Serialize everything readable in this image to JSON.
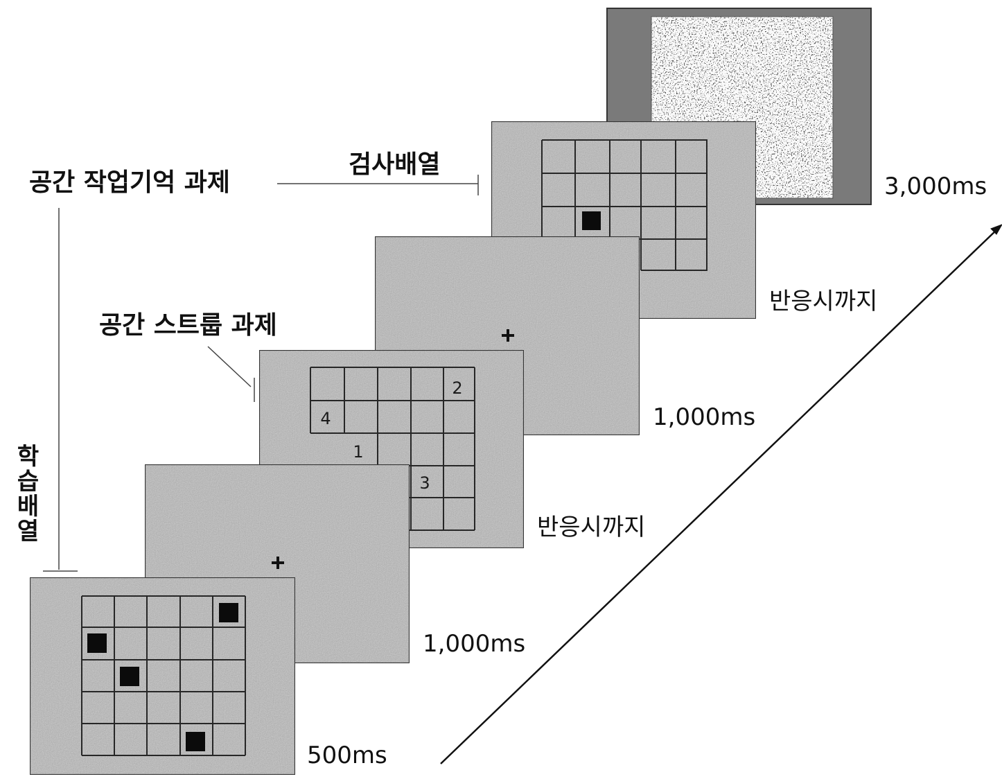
{
  "labels": {
    "spatial_wm_task": "공간 작업기억 과제",
    "test_array": "검사배열",
    "spatial_stroop_task": "공간 스트룹 과제",
    "study_array": "학습배열"
  },
  "durations": {
    "study": "500ms",
    "fixation_1": "1,000ms",
    "stroop": "반응시까지",
    "fixation_2": "1,000ms",
    "test": "반응시까지",
    "mask": "3,000ms"
  },
  "stroop_digits": [
    "4",
    "2",
    "1",
    "3"
  ],
  "colors": {
    "panel": "#8c8c8c",
    "grid": "#262626",
    "square": "#0b0b0b",
    "mask_bg": "#7a7a7a"
  }
}
